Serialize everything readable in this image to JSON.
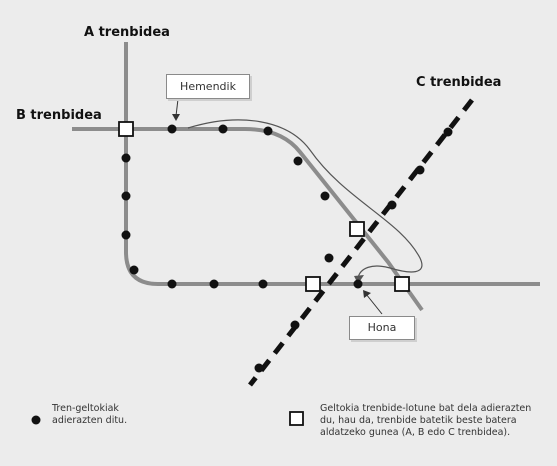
{
  "lines": {
    "a_label": "A trenbidea",
    "b_label": "B trenbidea",
    "c_label": "C trenbidea"
  },
  "callouts": {
    "start": "Hemendik",
    "end": "Hona"
  },
  "legend": {
    "station_lines": [
      "Tren-geltokiak",
      "adierazten ditu."
    ],
    "junction_lines": [
      "Geltokia trenbide-lotune bat dela adierazten",
      "du, hau da, trenbide batetik beste batera",
      "aldatzeko gunea (A, B edo C trenbidea)."
    ]
  },
  "style": {
    "background": "#ececec",
    "track_color": "#8c8c8c",
    "station_color": "#111111",
    "route_color": "#555555"
  },
  "icons": {
    "station": "filled-circle",
    "junction": "hollow-square",
    "pointer": "arrowhead"
  }
}
